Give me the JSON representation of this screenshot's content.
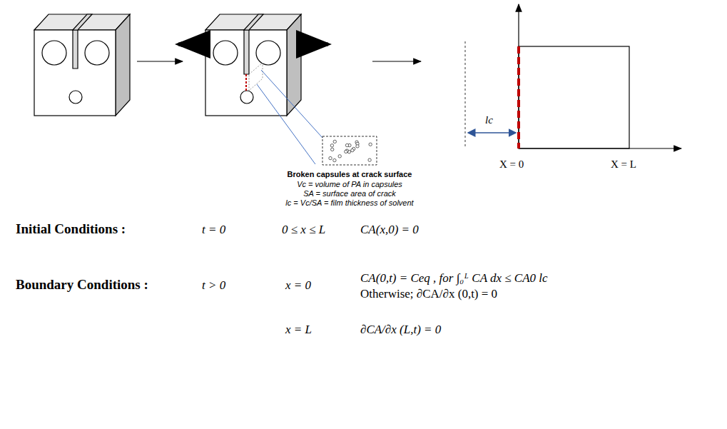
{
  "diagram": {
    "nodes": [
      {
        "text": [
          "Broken capsules at crack surface",
          "Vc = volume of PA in capsules",
          "SA = surface area of crack",
          "lc = Vc/SA = film thickness of solvent"
        ]
      }
    ],
    "labels": [
      "lc",
      "X = 0",
      "X = L",
      "Initial Conditions :",
      "t = 0",
      "0 ≤ x ≤ L",
      "CA(x,0) = 0",
      "Boundary Conditions :",
      "t > 0",
      "x = 0",
      "CA(0,t) = Ceq , for ∫₀ᴸ CA dx ≤ CA0 lc",
      "Otherwise; ∂CA/∂x (0,t) = 0",
      "x = L",
      "∂CA/∂x (L,t) = 0"
    ]
  }
}
